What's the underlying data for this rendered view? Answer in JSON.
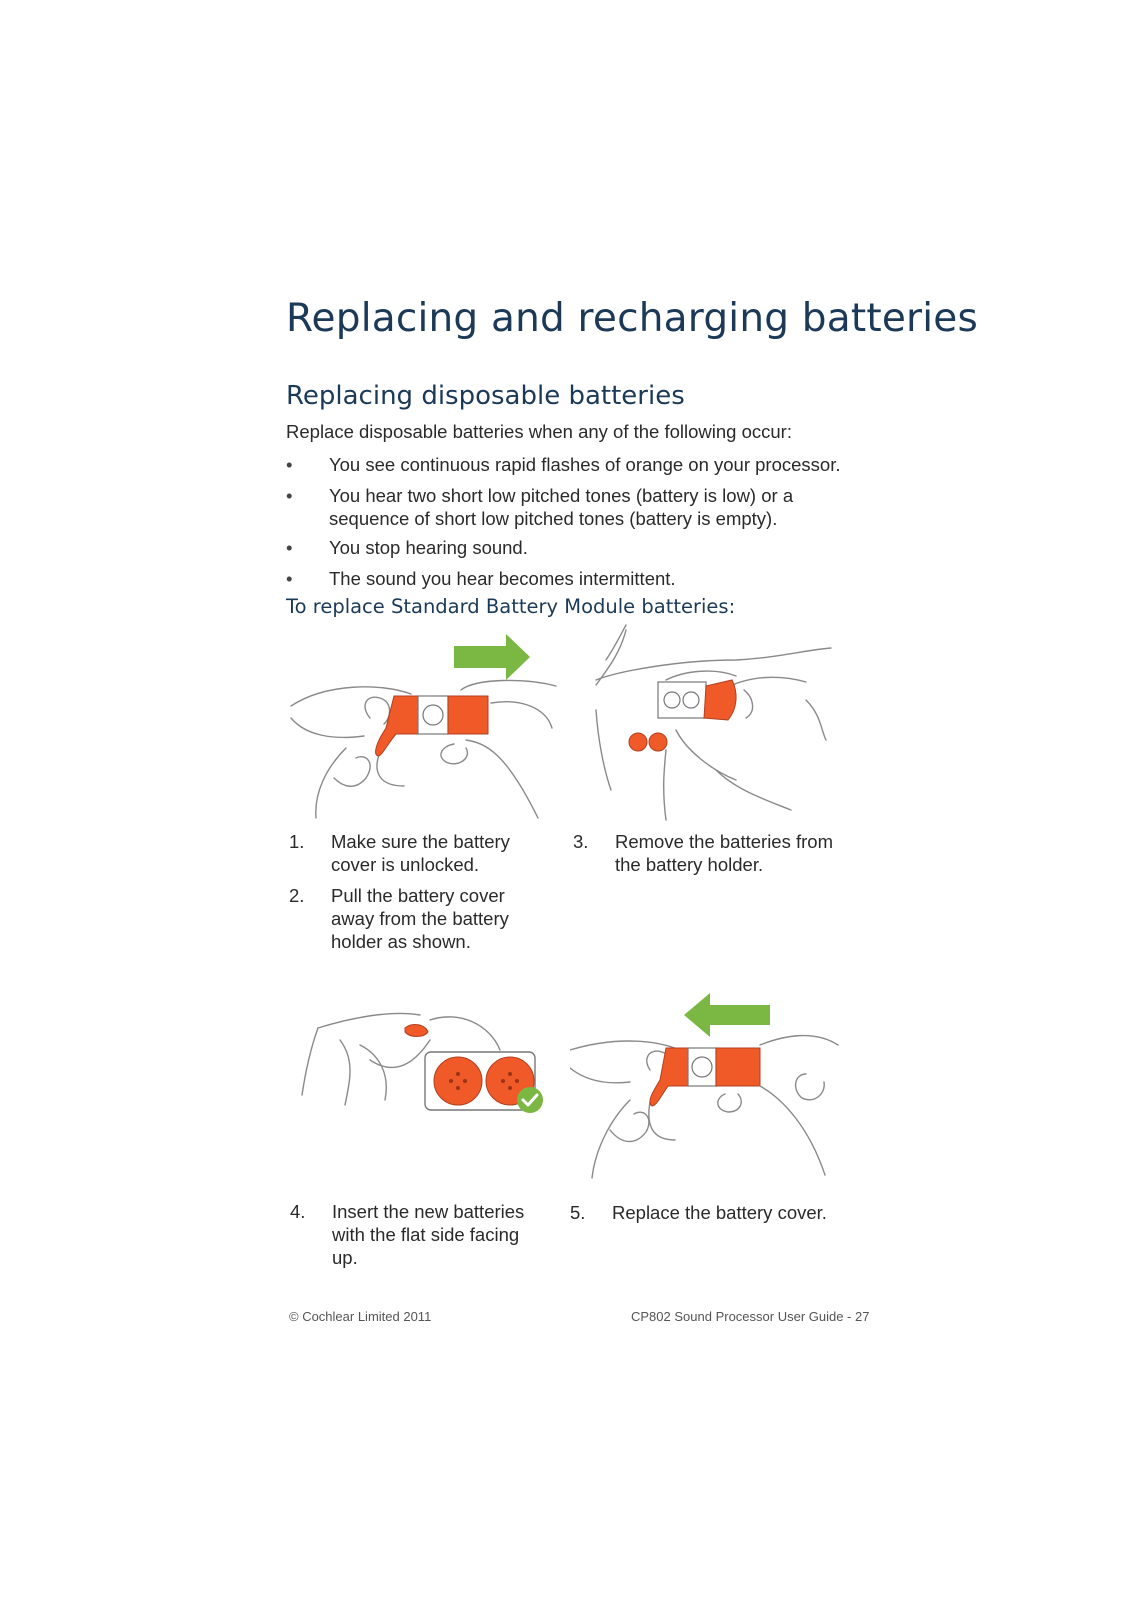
{
  "page": {
    "title": "Replacing and recharging batteries",
    "section_title": "Replacing disposable batteries",
    "intro": "Replace disposable batteries when any of the following occur:",
    "bullets": [
      "You see continuous rapid flashes of orange on your processor.",
      "You hear two short low pitched tones (battery is low) or a sequence of short low pitched tones (battery is empty).",
      "You stop hearing sound.",
      "The sound you hear becomes intermittent."
    ],
    "bullet_marker": "•",
    "procedure_heading": "To replace Standard Battery Module batteries:",
    "steps": [
      {
        "num": "1.",
        "text": "Make sure the battery cover is unlocked."
      },
      {
        "num": "2.",
        "text": "Pull the battery cover away from the battery holder as shown."
      },
      {
        "num": "3.",
        "text": "Remove the batteries from the battery holder."
      },
      {
        "num": "4.",
        "text": "Insert the new batteries with the flat side facing up."
      },
      {
        "num": "5.",
        "text": "Replace the battery cover."
      }
    ],
    "footer_left": "© Cochlear Limited 2011",
    "footer_right": "CP802 Sound Processor User Guide - 27"
  },
  "colors": {
    "heading": "#1c3a57",
    "battery_orange": "#f05a28",
    "arrow_green": "#7ab843"
  },
  "illustrations": [
    {
      "icon": "hands-pull-cover-illustration",
      "arrow": "right-arrow-icon"
    },
    {
      "icon": "hands-remove-batteries-illustration"
    },
    {
      "icon": "insert-batteries-illustration",
      "badge": "checkmark-icon"
    },
    {
      "icon": "hands-replace-cover-illustration",
      "arrow": "left-arrow-icon"
    }
  ]
}
